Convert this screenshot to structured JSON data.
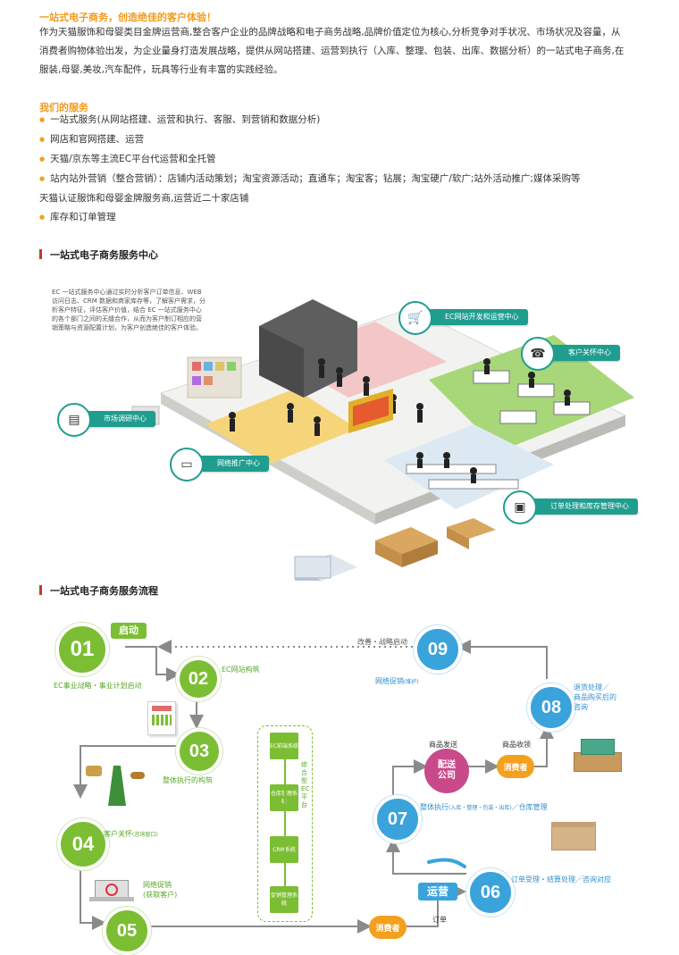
{
  "intro": {
    "title": "一站式电子商务，创造绝佳的客户体验！",
    "lines": [
      "作为天猫服饰和母婴类目金牌运营商,整合客户企业的品牌战略和电子商务战略,品牌价值定位为核心,分析竞争对手状况、市场状况及容量，从",
      "消费者购物体验出发，为企业量身打造发展战略，提供从网站搭建、运营到执行（入库、整理、包装、出库、数据分析）的一站式电子商务,在",
      "服装,母婴,美妆,汽车配件，玩具等行业有丰富的实践经验。"
    ]
  },
  "services": {
    "title": "我们的服务",
    "items": [
      "一站式服务(从网站搭建、运营和执行、客服、到营销和数据分析)",
      "网店和官网搭建、运营",
      "天猫/京东等主流EC平台代运营和全托管",
      "站内站外营销（整合营销）：店铺内活动策划；淘宝资源活动；直通车；淘宝客；钻展；淘宝硬广/软广;站外活动推广;媒体采购等"
    ],
    "extra_line": "天猫认证服饰和母婴金牌服务商,运营近二十家店铺",
    "last_item": "库存和订单管理"
  },
  "center": {
    "title": "一站式电子商务服务中心",
    "desc": [
      "EC 一站式服务中心通过实时分析客户订单信息、WEB",
      "访问日志、CRM 数据和商家库存等，了解客户需求，分",
      "析客户特征，评估客户价值，结合 EC 一站式服务中心",
      "的各个部门之间的无缝合作，从而为客户制订相应的营",
      "销策略与资源配置计划，为客户创造绝佳的客户体验。"
    ],
    "callouts": {
      "ec": "EC网站开发和运营中心",
      "cs": "客户关怀中心",
      "research": "市场调研中心",
      "promo": "网络推广中心",
      "order": "订单处理和库存管理中心"
    }
  },
  "flow": {
    "title": "一站式电子商务服务流程",
    "start_label": "启动",
    "steps": [
      "01",
      "02",
      "03",
      "04",
      "05",
      "06",
      "07",
      "08",
      "09"
    ],
    "labels": {
      "s01": "EC事业战略・事业计划启动",
      "s02": "EC网站构筑",
      "s03": "整体执行的构筑",
      "s04": "客户关怀",
      "s04_note": "(咨询窗口)",
      "s05_a": "网络促销",
      "s05_b": "(获取客户)",
      "s06": "订单受理・结算处理／咨询对应",
      "s07": "整体执行",
      "s07_note": "(入库・整理・包装・出库)",
      "s07_tail": "／仓库管理",
      "s08_a": "退货处理／",
      "s08_b": "商品购买后的",
      "s08_c": "咨询",
      "s09": "网络促销",
      "s09_note": "(维护)",
      "improve": "改善・战略启动",
      "goods_send": "商品发送",
      "goods_recv": "商品收领",
      "order": "订单"
    },
    "yunying": "运营",
    "delivery": "配送\n公司",
    "consumer": "消费者",
    "ec_platform": "综合型EC平台",
    "ec_boxes": [
      "EC前端系统",
      "仓库管理系统",
      "CRM系统",
      "促销管理系统"
    ]
  },
  "colors": {
    "orange": "#f39a1e",
    "green": "#7cbe33",
    "blue": "#3aa3dc",
    "teal": "#1f9d8f"
  }
}
